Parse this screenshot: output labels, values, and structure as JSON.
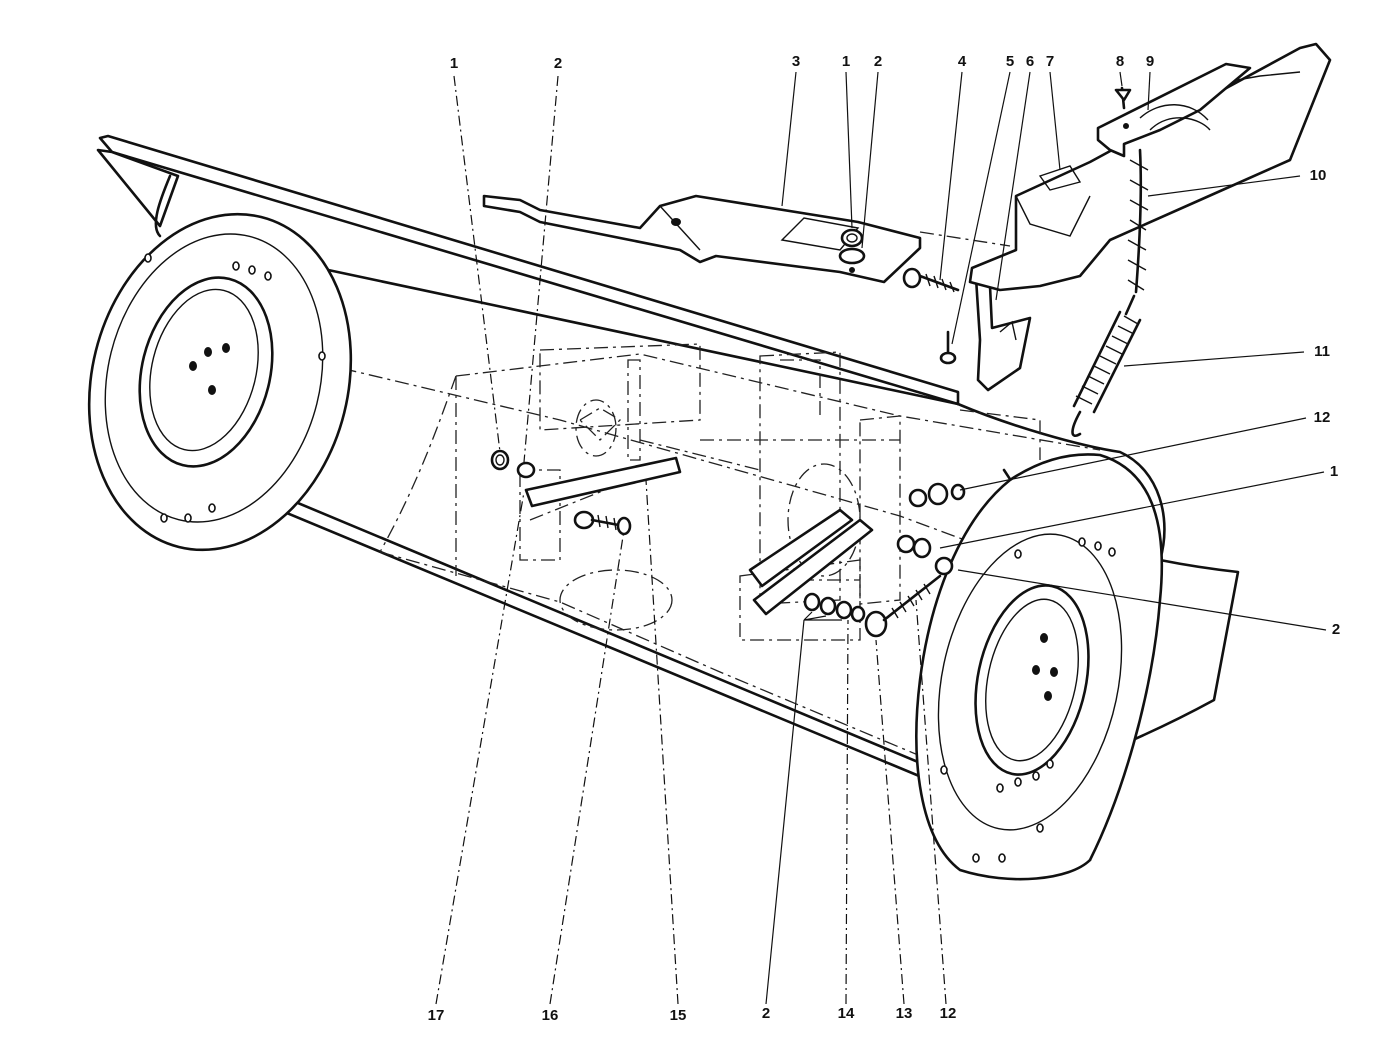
{
  "callouts": [
    {
      "id": "c1a",
      "text": "1"
    },
    {
      "id": "c2a",
      "text": "2"
    },
    {
      "id": "c3",
      "text": "3"
    },
    {
      "id": "c1b",
      "text": "1"
    },
    {
      "id": "c2b",
      "text": "2"
    },
    {
      "id": "c4",
      "text": "4"
    },
    {
      "id": "c5",
      "text": "5"
    },
    {
      "id": "c6",
      "text": "6"
    },
    {
      "id": "c7",
      "text": "7"
    },
    {
      "id": "c8",
      "text": "8"
    },
    {
      "id": "c9",
      "text": "9"
    },
    {
      "id": "c10",
      "text": "10"
    },
    {
      "id": "c11",
      "text": "11"
    },
    {
      "id": "c12a",
      "text": "12"
    },
    {
      "id": "c1c",
      "text": "1"
    },
    {
      "id": "c2c",
      "text": "2"
    },
    {
      "id": "c17",
      "text": "17"
    },
    {
      "id": "c16",
      "text": "16"
    },
    {
      "id": "c15",
      "text": "15"
    },
    {
      "id": "c2d",
      "text": "2"
    },
    {
      "id": "c14",
      "text": "14"
    },
    {
      "id": "c13",
      "text": "13"
    },
    {
      "id": "c12b",
      "text": "12"
    }
  ]
}
